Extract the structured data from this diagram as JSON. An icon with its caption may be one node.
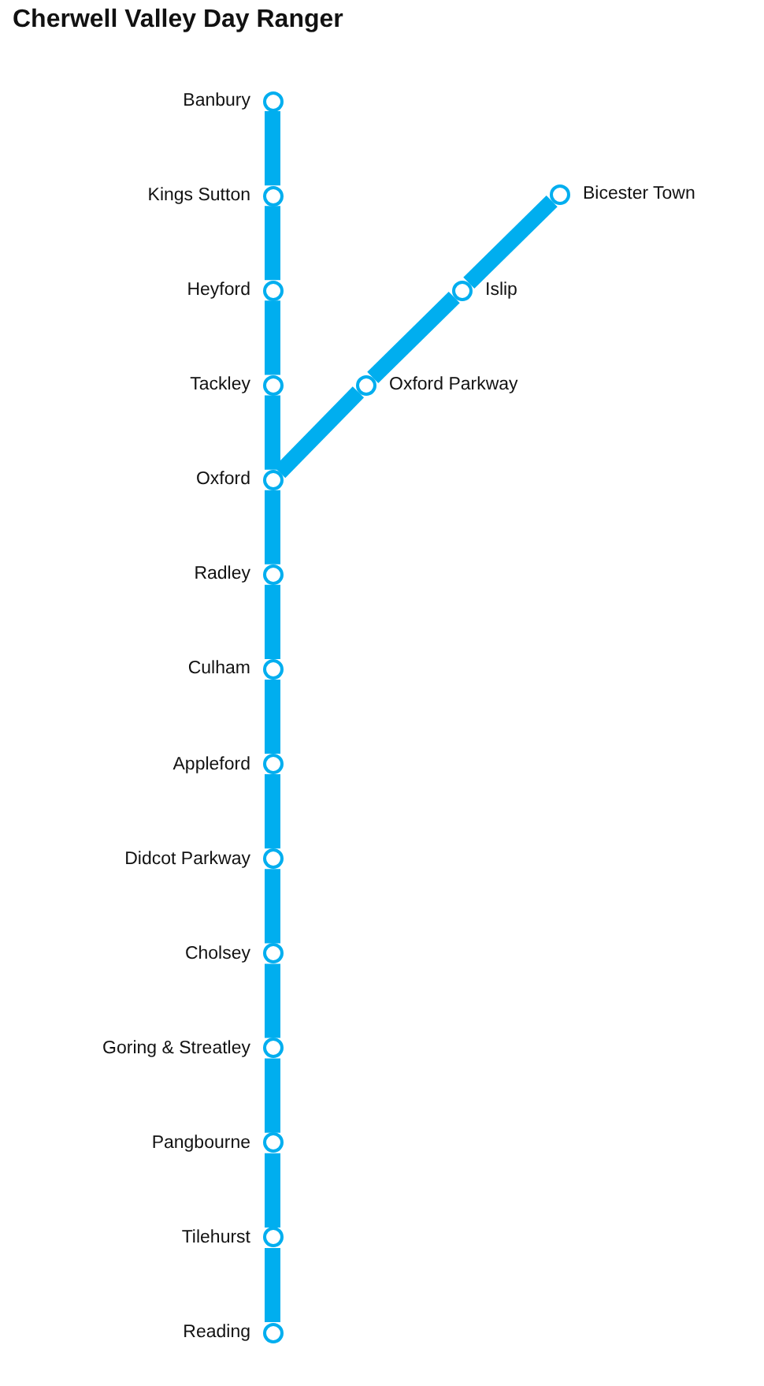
{
  "diagram": {
    "title": "Cherwell Valley Day Ranger",
    "nodes": [
      {
        "text": [],
        "shape": "circle",
        "beside": [
          "Banbury"
        ]
      },
      {
        "text": [],
        "shape": "circle",
        "beside": [
          "Kings Sutton"
        ]
      },
      {
        "text": [],
        "shape": "circle",
        "beside": [
          "Heyford"
        ]
      },
      {
        "text": [],
        "shape": "circle",
        "beside": [
          "Tackley"
        ]
      },
      {
        "text": [],
        "shape": "circle",
        "beside": [
          "Oxford"
        ]
      },
      {
        "text": [],
        "shape": "circle",
        "beside": [
          "Radley"
        ]
      },
      {
        "text": [],
        "shape": "circle",
        "beside": [
          "Culham"
        ]
      },
      {
        "text": [],
        "shape": "circle",
        "beside": [
          "Appleford"
        ]
      },
      {
        "text": [],
        "shape": "circle",
        "beside": [
          "Didcot Parkway"
        ]
      },
      {
        "text": [],
        "shape": "circle",
        "beside": [
          "Cholsey"
        ]
      },
      {
        "text": [],
        "shape": "circle",
        "beside": [
          "Goring & Streatley"
        ]
      },
      {
        "text": [],
        "shape": "circle",
        "beside": [
          "Pangbourne"
        ]
      },
      {
        "text": [],
        "shape": "circle",
        "beside": [
          "Tilehurst"
        ]
      },
      {
        "text": [],
        "shape": "circle",
        "beside": [
          "Reading"
        ]
      },
      {
        "text": [],
        "shape": "circle",
        "beside": [
          "Oxford Parkway"
        ]
      },
      {
        "text": [],
        "shape": "circle",
        "beside": [
          "Islip"
        ]
      },
      {
        "text": [],
        "shape": "circle",
        "beside": [
          "Bicester Town"
        ]
      }
    ],
    "edges": [
      {
        "from": 0,
        "to": 1,
        "arrow": "none"
      },
      {
        "from": 1,
        "to": 2,
        "arrow": "none"
      },
      {
        "from": 2,
        "to": 3,
        "arrow": "none"
      },
      {
        "from": 3,
        "to": 4,
        "arrow": "none"
      },
      {
        "from": 4,
        "to": 5,
        "arrow": "none"
      },
      {
        "from": 5,
        "to": 6,
        "arrow": "none"
      },
      {
        "from": 6,
        "to": 7,
        "arrow": "none"
      },
      {
        "from": 7,
        "to": 8,
        "arrow": "none"
      },
      {
        "from": 8,
        "to": 9,
        "arrow": "none"
      },
      {
        "from": 9,
        "to": 10,
        "arrow": "none"
      },
      {
        "from": 10,
        "to": 11,
        "arrow": "none"
      },
      {
        "from": 11,
        "to": 12,
        "arrow": "none"
      },
      {
        "from": 12,
        "to": 13,
        "arrow": "none"
      },
      {
        "from": 4,
        "to": 14,
        "arrow": "none"
      },
      {
        "from": 14,
        "to": 15,
        "arrow": "none"
      },
      {
        "from": 15,
        "to": 16,
        "arrow": "none"
      }
    ]
  }
}
